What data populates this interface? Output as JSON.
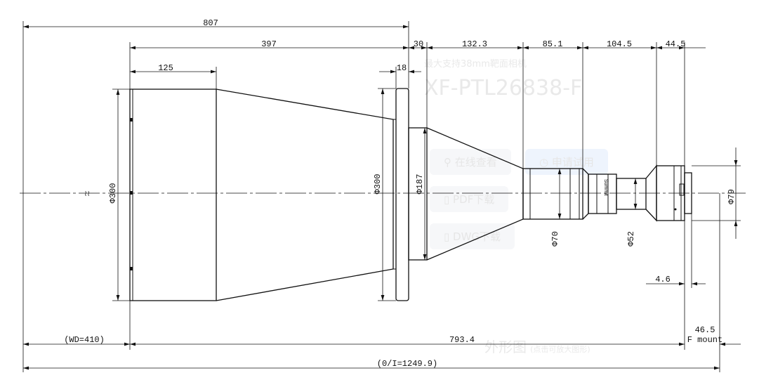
{
  "watermark": {
    "subtitle": "最大支持38mm靶面相机",
    "model": "XF-PTL26838-F",
    "view_online": "在线查看",
    "apply_trial": "申请试用",
    "pdf_download": "PDF下载",
    "dwg_download": "DWG下载",
    "drawing_caption": "外形图",
    "drawing_hint": "(点击可放大图形)"
  },
  "dimensions": {
    "overall_length": "807",
    "front_to_flange": "397",
    "front_barrel_length": "125",
    "flange_thickness": "18",
    "seg_30": "30",
    "seg_132_3": "132.3",
    "seg_85_1": "85.1",
    "seg_104_5": "104.5",
    "seg_44_5": "44.5",
    "front_diameter": "Φ300",
    "flange_diameter": "Φ300",
    "tube_diameter": "Φ187",
    "barrel_diameter": "Φ70",
    "mid_diameter": "Φ52",
    "rear_diameter": "Φ79",
    "mount_offset": "4.6",
    "working_distance": "(WD=410)",
    "lens_length": "793.4",
    "flange_back": "46.5",
    "mount_type": "F mount",
    "object_to_image": "(0/I=1249.9)",
    "brand_engraving": "Summit"
  }
}
